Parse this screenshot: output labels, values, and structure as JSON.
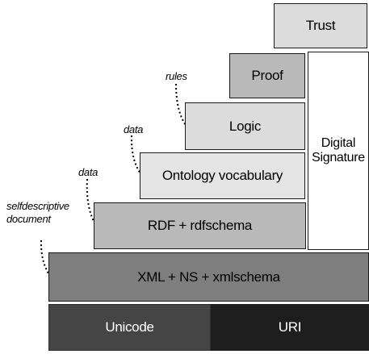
{
  "colors": {
    "light": "#dcdcdc",
    "pale": "#e4e4e4",
    "mid": "#b9b9b9",
    "dark": "#7e7e7e",
    "darker": "#454545",
    "black": "#1e1e1e"
  },
  "layers": {
    "trust": "Trust",
    "proof": "Proof",
    "logic": "Logic",
    "ontology": "Ontology vocabulary",
    "rdf": "RDF + rdfschema",
    "xml": "XML + NS + xmlschema",
    "unicode": "Unicode",
    "uri": "URI",
    "digital_signature": "Digital\nSignature"
  },
  "annotations": {
    "rules": "rules",
    "data_upper": "data",
    "data_lower": "data",
    "selfdescriptive": "selfdescriptive\ndocument"
  }
}
